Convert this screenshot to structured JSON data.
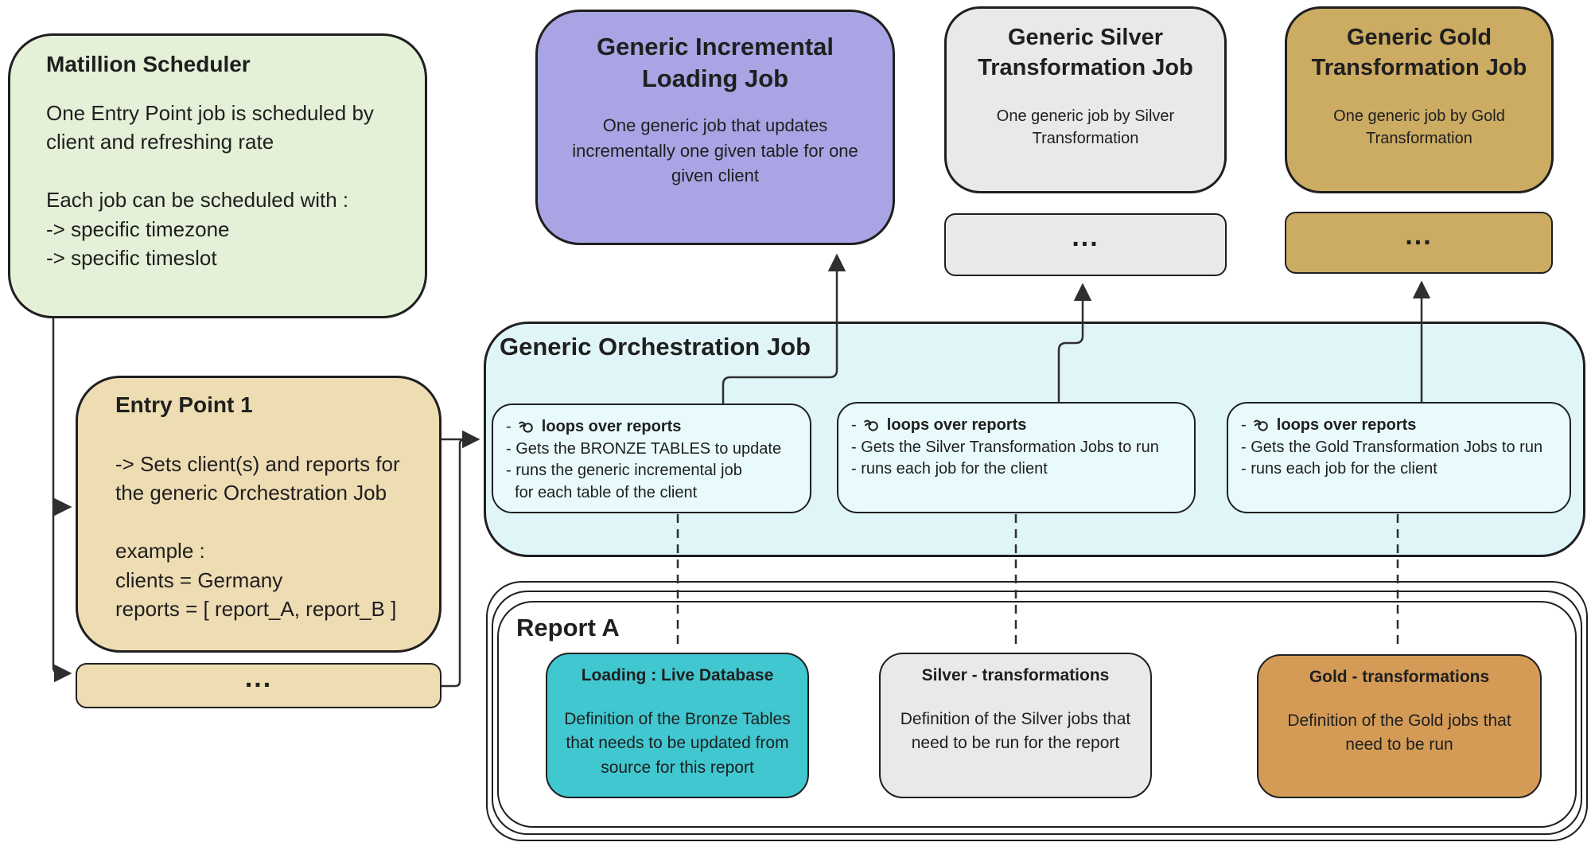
{
  "colors": {
    "ink": "#1f1f1f",
    "line": "#2f2f2f",
    "green": "#e4f0d7",
    "tan": "#eedcb3",
    "purple": "#a9a4e4",
    "silver": "#e9e9e9",
    "gold": "#ccab63",
    "cyan": "#e0f5f7",
    "cyan_inner": "#e8fafb",
    "teal": "#41c7d0",
    "orange": "#d49b56",
    "white": "#ffffff"
  },
  "scheduler": {
    "title": "Matillion Scheduler",
    "body": "One Entry Point job is scheduled by\nclient and refreshing rate\n\nEach job can be scheduled with :\n-> specific timezone\n-> specific timeslot"
  },
  "entry_point": {
    "title": "Entry Point 1",
    "body": "-> Sets client(s) and reports for\nthe generic Orchestration Job\n\nexample :\nclients = Germany\nreports = [ report_A, report_B ]",
    "more_label": "..."
  },
  "incremental_job": {
    "title": "Generic Incremental\nLoading Job",
    "body": "One generic job that updates\nincrementally one given table for one\ngiven client"
  },
  "silver_job": {
    "title": "Generic Silver\nTransformation Job",
    "body": "One generic job by Silver\nTransformation",
    "more_label": "..."
  },
  "gold_job": {
    "title": "Generic Gold\nTransformation Job",
    "body": "One generic job by Gold\nTransformation",
    "more_label": "..."
  },
  "orchestration": {
    "title": "Generic Orchestration Job",
    "steps": [
      {
        "bullet": "-",
        "loop_icon": "loop-iterator-icon",
        "loop_label": "loops over reports",
        "lines": "- Gets the BRONZE TABLES to update\n- runs the generic incremental job\n  for each table of the client"
      },
      {
        "bullet": "-",
        "loop_icon": "loop-iterator-icon",
        "loop_label": "loops over reports",
        "lines": "- Gets the Silver Transformation Jobs to run\n- runs each job for the client"
      },
      {
        "bullet": "-",
        "loop_icon": "loop-iterator-icon",
        "loop_label": "loops over reports",
        "lines": "- Gets the Gold Transformation Jobs to run\n- runs each job for the client"
      }
    ]
  },
  "report": {
    "title": "Report A",
    "loading": {
      "title": "Loading : Live Database",
      "body": "Definition of the Bronze Tables\nthat needs to be updated from\nsource for this report"
    },
    "silver": {
      "title": "Silver - transformations",
      "body": "Definition of the Silver jobs that\nneed to be run for the report"
    },
    "gold": {
      "title": "Gold - transformations",
      "body": "Definition of the Gold jobs that\nneed to be run"
    }
  }
}
